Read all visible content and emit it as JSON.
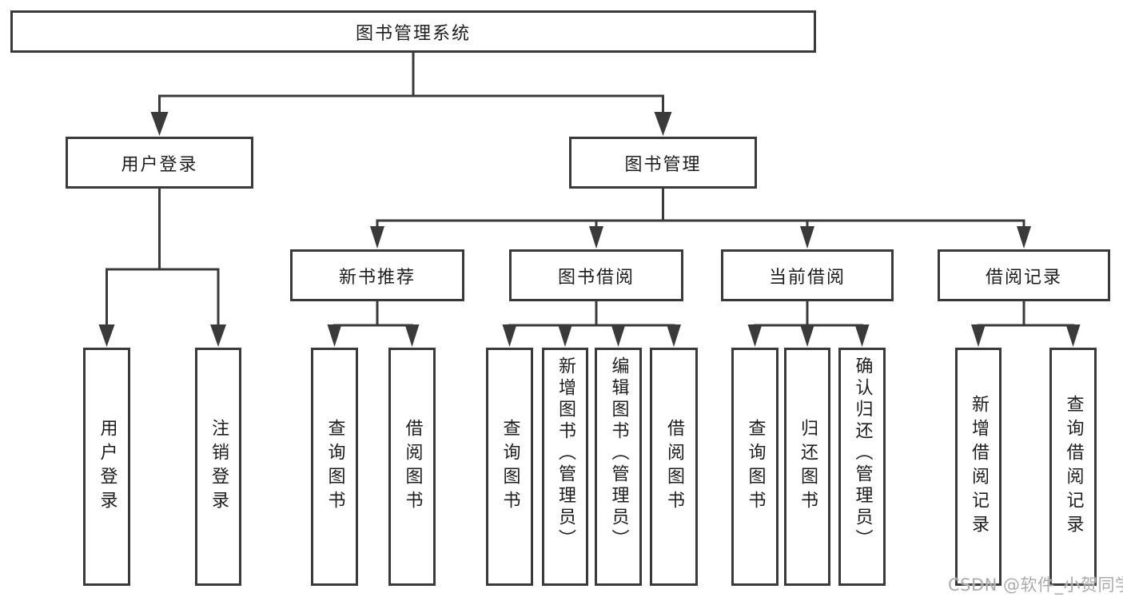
{
  "diagram": {
    "root": {
      "label": "图书管理系统"
    },
    "branches": [
      {
        "label": "用户登录",
        "children": [
          {
            "label": "用户登录"
          },
          {
            "label": "注销登录"
          }
        ]
      },
      {
        "label": "图书管理",
        "children": [
          {
            "label": "新书推荐",
            "children": [
              {
                "label": "查询图书"
              },
              {
                "label": "借阅图书"
              }
            ]
          },
          {
            "label": "图书借阅",
            "children": [
              {
                "label": "查询图书"
              },
              {
                "label": "新增图书（管理员）"
              },
              {
                "label": "编辑图书（管理员）"
              },
              {
                "label": "借阅图书"
              }
            ]
          },
          {
            "label": "当前借阅",
            "children": [
              {
                "label": "查询图书"
              },
              {
                "label": "归还图书"
              },
              {
                "label": "确认归还（管理员）"
              }
            ]
          },
          {
            "label": "借阅记录",
            "children": [
              {
                "label": "新增借阅记录"
              },
              {
                "label": "查询借阅记录"
              }
            ]
          }
        ]
      }
    ]
  },
  "watermark": {
    "text": "CSDN @软件_小贺同学"
  },
  "colors": {
    "line": "#3a3a3a",
    "text": "#1d1d1d",
    "watermark": "#ababab",
    "background": "#ffffff"
  }
}
